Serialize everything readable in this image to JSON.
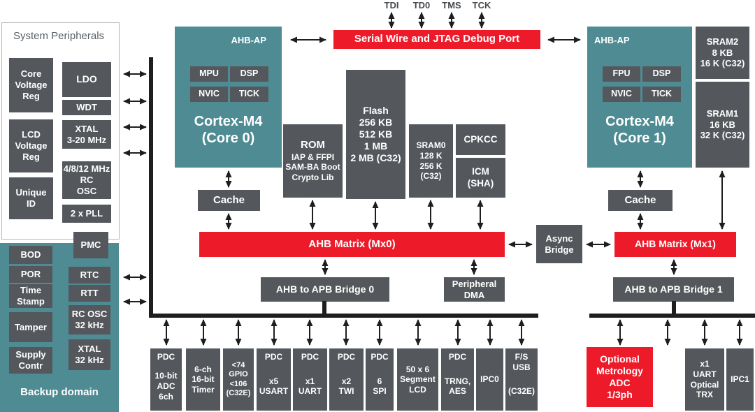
{
  "colors": {
    "teal": "#4e8b93",
    "red": "#ed1b2a",
    "gray": "#54585c",
    "line": "#1e1e1e",
    "title_text": "#5a6065",
    "pin_text": "#45494e"
  },
  "pins": {
    "tdi": "TDI",
    "td0": "TD0",
    "tms": "TMS",
    "tck": "TCK"
  },
  "debug": {
    "label": "Serial Wire and JTAG Debug Port"
  },
  "sysper": {
    "title": "System Peripherals",
    "core_vreg": "Core\nVoltage\nReg",
    "ldo": "LDO",
    "wdt": "WDT",
    "lcd_vreg": "LCD\nVoltage\nReg",
    "xtal": "XTAL\n3-20 MHz",
    "rcosc": "4/8/12 MHz\nRC\nOSC",
    "uid": "Unique\nID",
    "pll": "2 x PLL",
    "pmc": "PMC"
  },
  "backup": {
    "label": "Backup domain",
    "bod": "BOD",
    "por": "POR",
    "timestamp": "Time\nStamp",
    "tamper": "Tamper",
    "supply": "Supply\nContr",
    "rtc": "RTC",
    "rtt": "RTT",
    "rcosc32": "RC OSC\n32 kHz",
    "xtal32": "XTAL\n32 kHz"
  },
  "core0": {
    "ahbap": "AHB-AP",
    "mpu": "MPU",
    "dsp": "DSP",
    "nvic": "NVIC",
    "tick": "TICK",
    "name": "Cortex-M4\n(Core 0)",
    "cache": "Cache"
  },
  "core1": {
    "ahbap": "AHB-AP",
    "fpu": "FPU",
    "dsp": "DSP",
    "nvic": "NVIC",
    "tick": "TICK",
    "name": "Cortex-M4\n(Core 1)",
    "cache": "Cache"
  },
  "mem": {
    "rom_title": "ROM",
    "rom_sub": "IAP & FFPI\nSAM-BA Boot\nCrypto Lib",
    "flash": "Flash\n256 KB\n512 KB\n1 MB\n2 MB (C32)",
    "sram0": "SRAM0\n128 K\n256 K (C32)",
    "cpkcc": "CPKCC",
    "icm": "ICM\n(SHA)",
    "sram2": "SRAM2\n8 KB\n16 K (C32)",
    "sram1": "SRAM1\n16 KB\n32 K (C32)"
  },
  "interconnect": {
    "mx0": "AHB Matrix (Mx0)",
    "mx1": "AHB Matrix (Mx1)",
    "bridge0": "AHB to APB Bridge 0",
    "bridge1": "AHB to APB Bridge 1",
    "async": "Async\nBridge",
    "pdma": "Peripheral\nDMA"
  },
  "peripherals": {
    "adc": {
      "top": "PDC",
      "body": "10-bit\nADC\n6ch"
    },
    "timer": {
      "body": "6-ch\n16-bit\nTimer"
    },
    "gpio": {
      "body": "<74\nGPIO\n<106\n(C32E)"
    },
    "usart": {
      "top": "PDC",
      "body": "x5\nUSART"
    },
    "uart": {
      "top": "PDC",
      "body": "x1\nUART"
    },
    "twi": {
      "top": "PDC",
      "body": "x2\nTWI"
    },
    "spi": {
      "top": "PDC",
      "body": "6\nSPI"
    },
    "lcd": {
      "body": "50 x 6\nSegment\nLCD"
    },
    "trng": {
      "top": "PDC",
      "body": "TRNG,\nAES"
    },
    "ipc0": {
      "body": "IPC0"
    },
    "usb": {
      "top": "F/S\nUSB",
      "body": "(C32E)"
    },
    "metrology": {
      "body": "Optional\nMetrology\nADC\n1/3ph"
    },
    "optical": {
      "body": "x1\nUART\nOptical\nTRX"
    },
    "ipc1": {
      "body": "IPC1"
    }
  }
}
